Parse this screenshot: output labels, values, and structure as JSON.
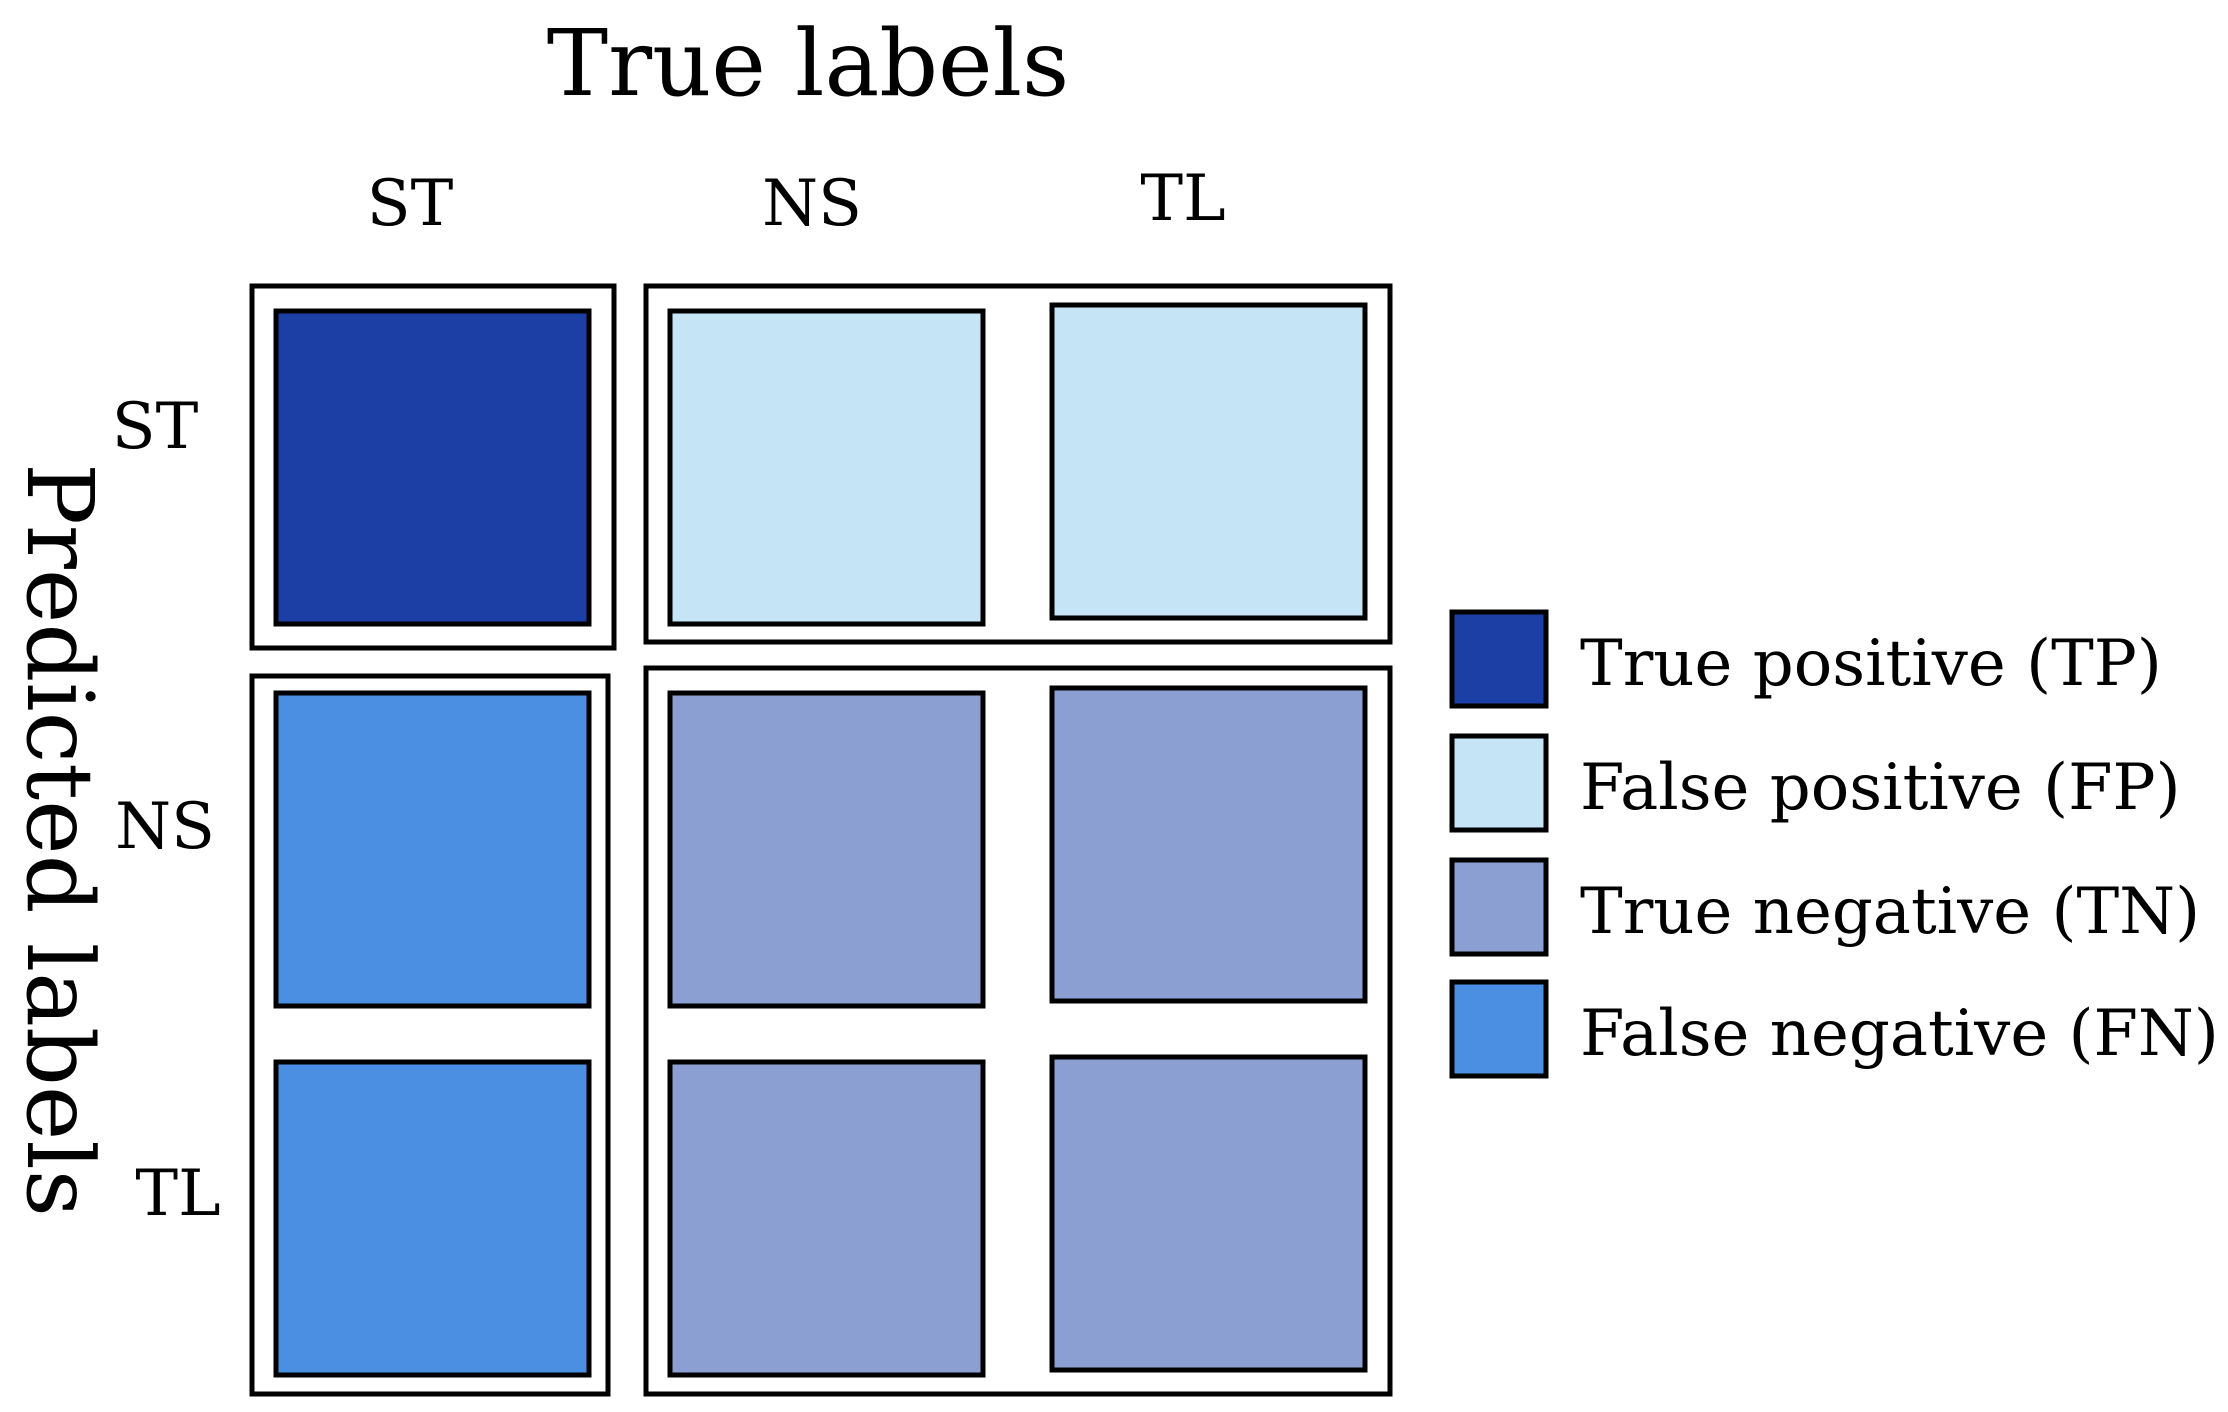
{
  "title_top": "True labels",
  "title_left": "Predicted labels",
  "true_labels": [
    "ST",
    "NS",
    "TL"
  ],
  "predicted_labels": [
    "ST",
    "NS",
    "TL"
  ],
  "categories": {
    "TP": {
      "label": "True positive (TP)",
      "color": "#1c3fa5"
    },
    "FP": {
      "label": "False positive (FP)",
      "color": "#c5e4f5"
    },
    "TN": {
      "label": "True negative (TN)",
      "color": "#8c9fd2"
    },
    "FN": {
      "label": "False negative (FN)",
      "color": "#4a8fe1"
    }
  },
  "legend_order": [
    "TP",
    "FP",
    "TN",
    "FN"
  ],
  "matrix": [
    [
      "TP",
      "FP",
      "FP"
    ],
    [
      "FN",
      "TN",
      "TN"
    ],
    [
      "FN",
      "TN",
      "TN"
    ]
  ],
  "outline_color": "#000000"
}
